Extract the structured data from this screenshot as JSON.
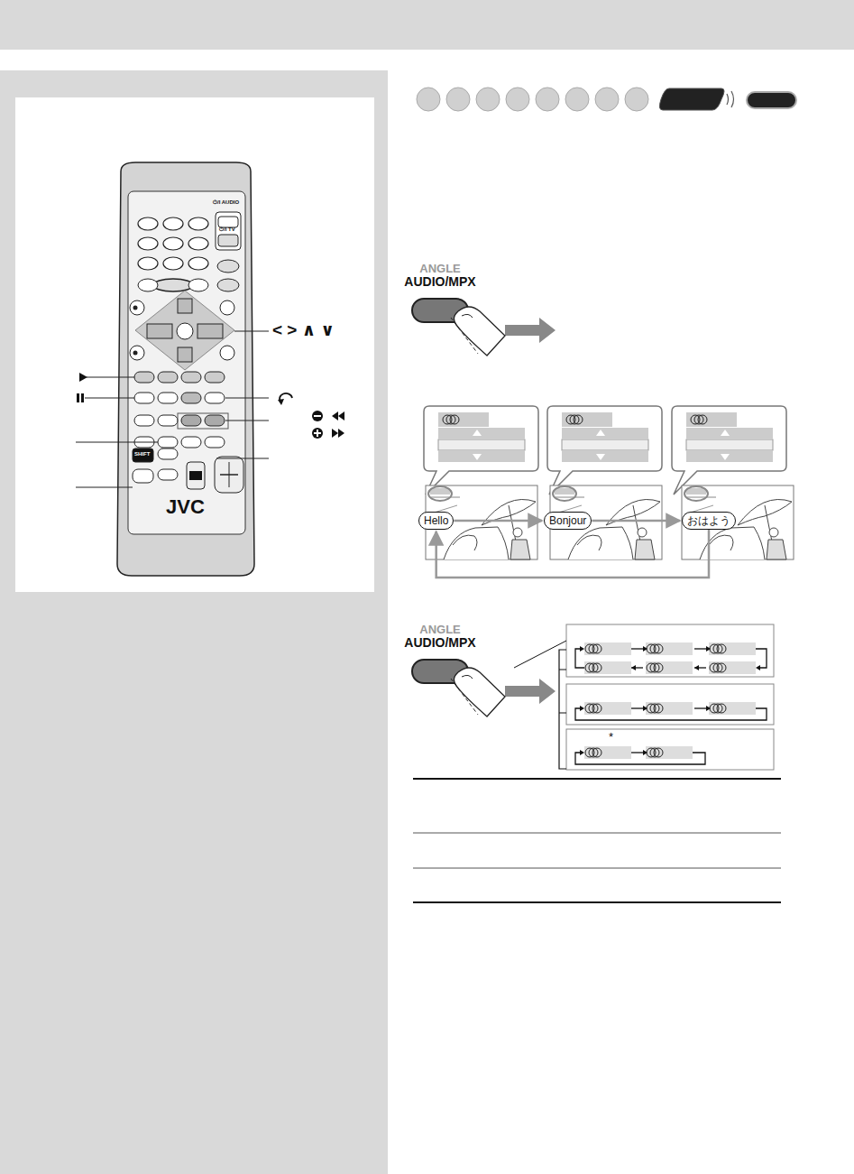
{
  "diagram": {
    "nodes": [
      {
        "text": [
          "ANGLE",
          "AUDIO/MPX"
        ]
      },
      {
        "text": [
          "Hello"
        ]
      },
      {
        "text": [
          "Bonjour"
        ]
      },
      {
        "text": [
          "おはよう"
        ]
      },
      {
        "text": [
          "ANGLE",
          "AUDIO/MPX"
        ]
      }
    ],
    "edges": [
      {
        "from": 1,
        "to": 2,
        "arrow": "to"
      },
      {
        "from": 2,
        "to": 3,
        "arrow": "to"
      },
      {
        "from": 3,
        "to": 1,
        "arrow": "to"
      }
    ],
    "labels": [
      "⏻/I AUDIO",
      "⏻/I TV",
      "SHIFT",
      "JVC",
      "< > ∧ ∨",
      "*"
    ]
  }
}
